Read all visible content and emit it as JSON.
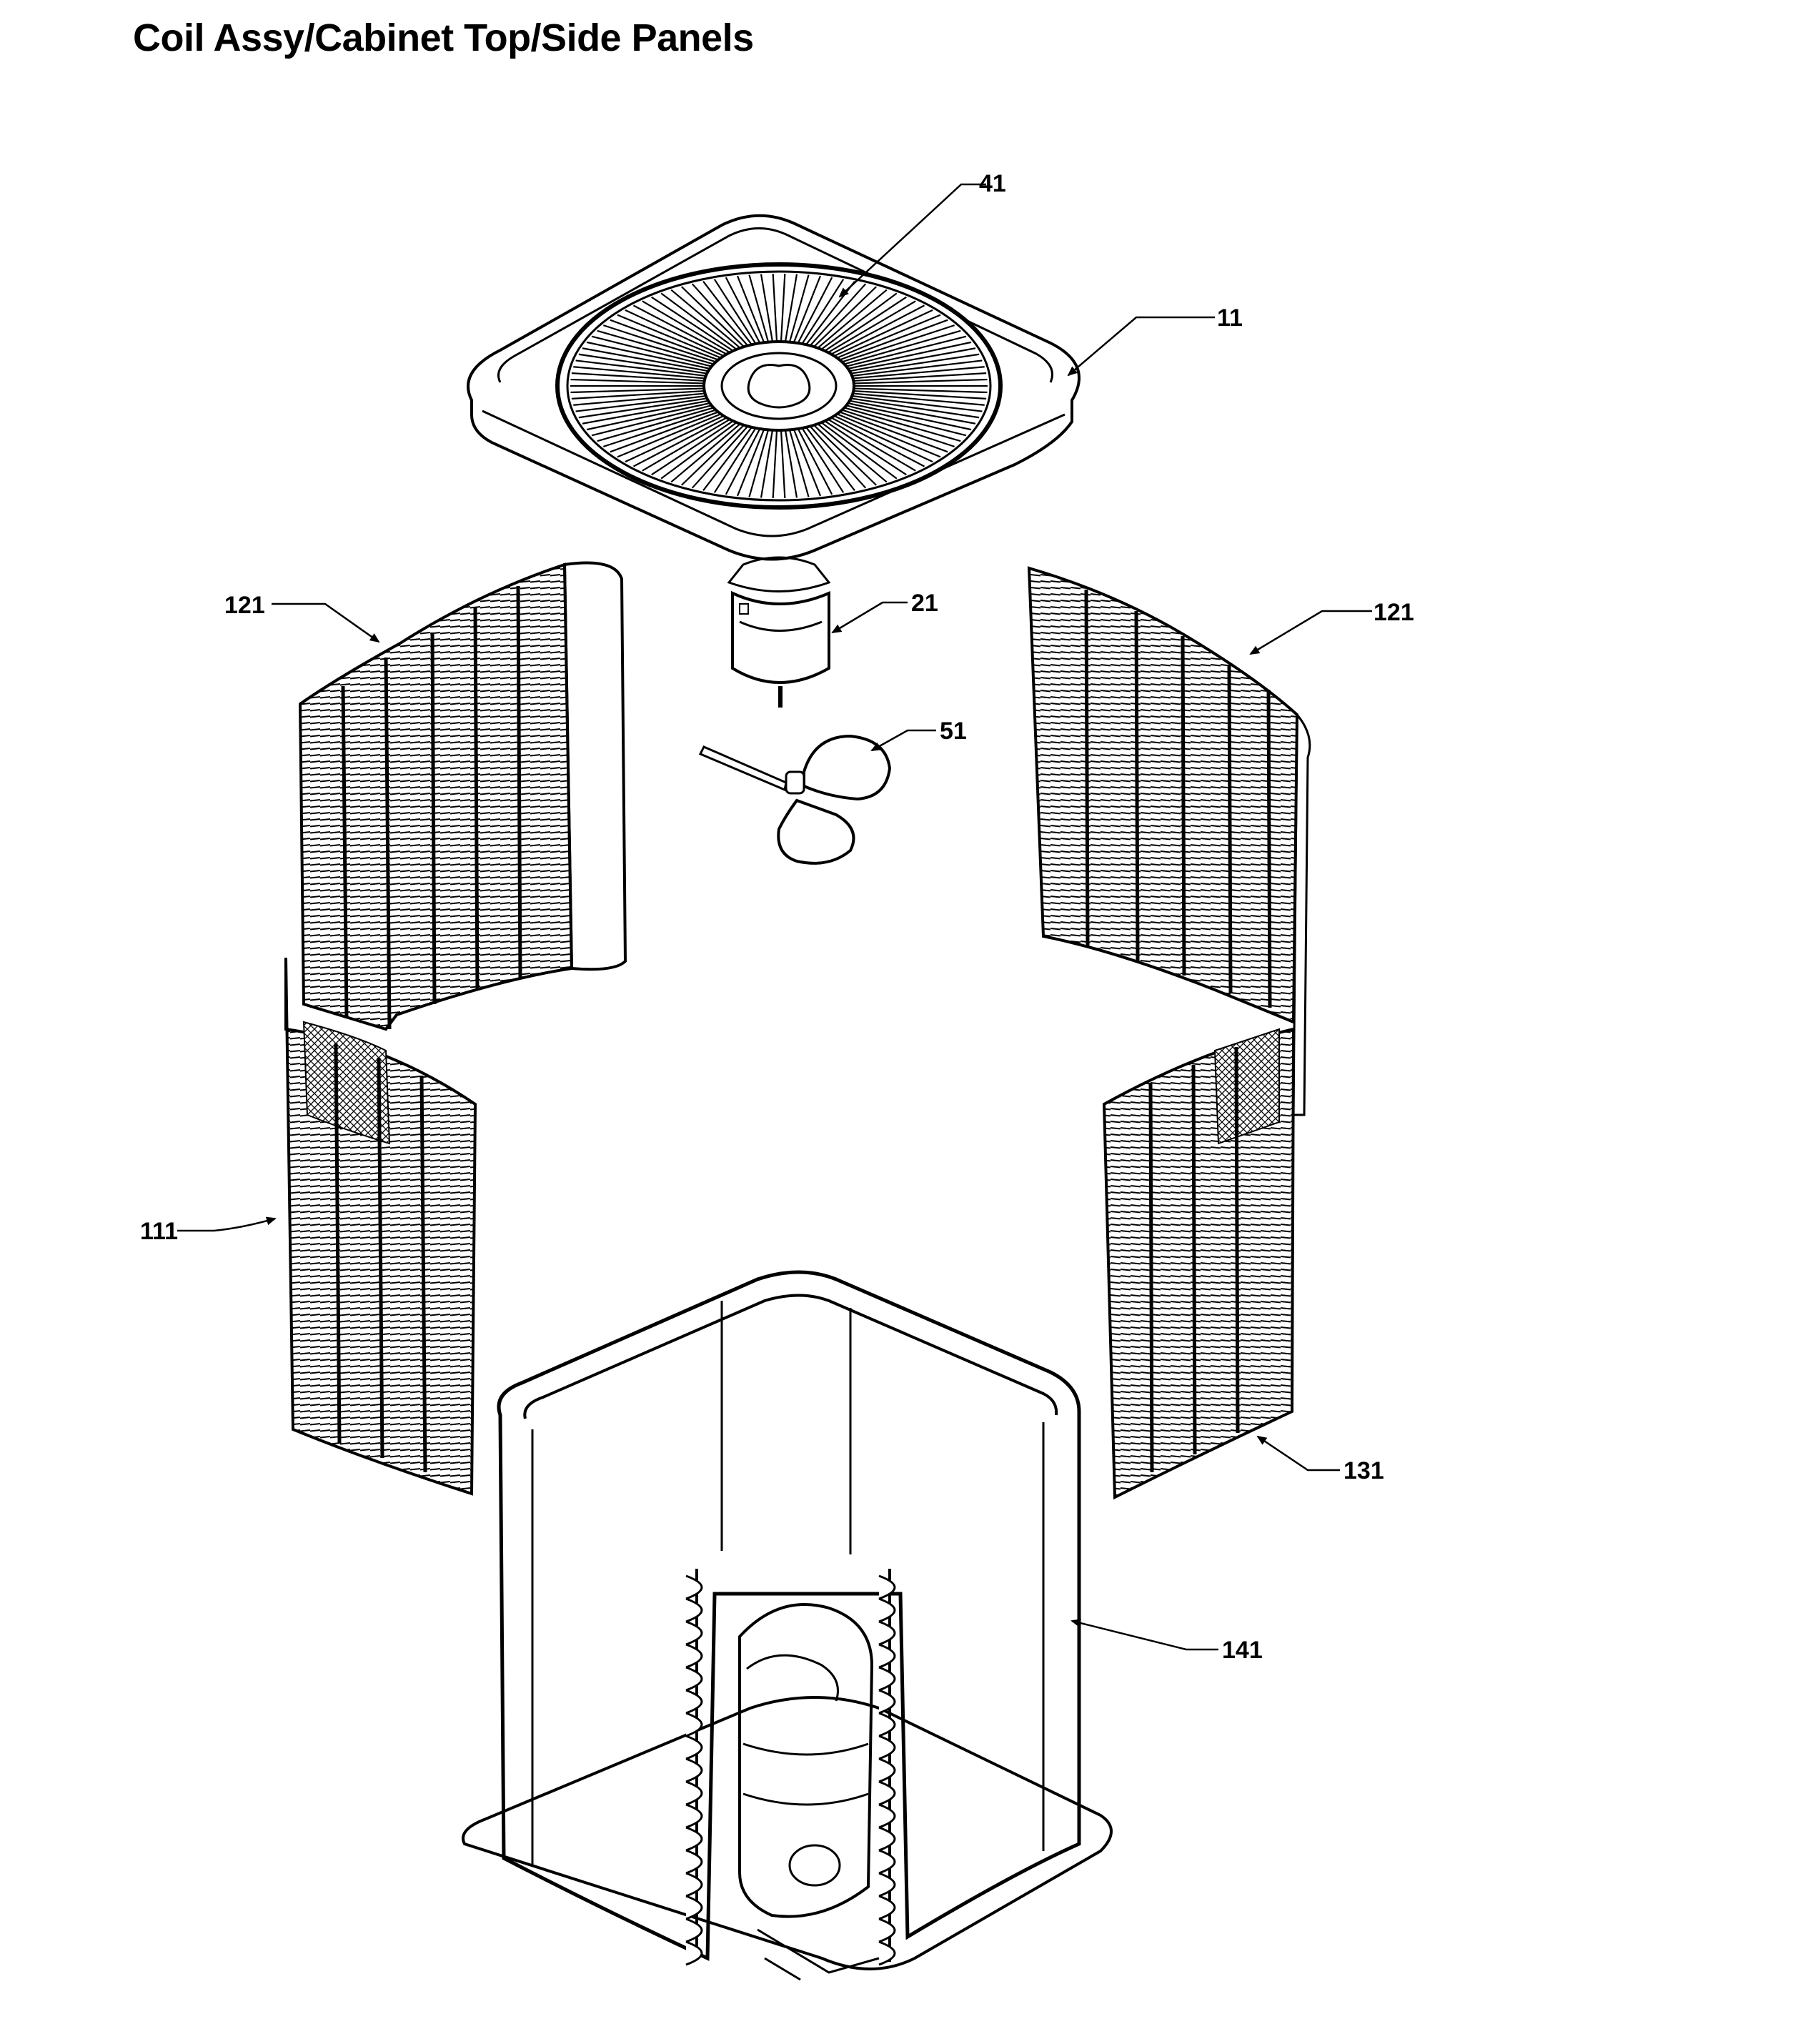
{
  "page": {
    "title": "Coil Assy/Cabinet Top/Side Panels"
  },
  "callouts": [
    {
      "id": "c41",
      "label": "41"
    },
    {
      "id": "c11",
      "label": "11"
    },
    {
      "id": "c121l",
      "label": "121"
    },
    {
      "id": "c121r",
      "label": "121"
    },
    {
      "id": "c21",
      "label": "21"
    },
    {
      "id": "c51",
      "label": "51"
    },
    {
      "id": "c111",
      "label": "111"
    },
    {
      "id": "c131",
      "label": "131"
    },
    {
      "id": "c141",
      "label": "141"
    }
  ],
  "colors": {
    "ink": "#000000",
    "paper": "#ffffff"
  }
}
